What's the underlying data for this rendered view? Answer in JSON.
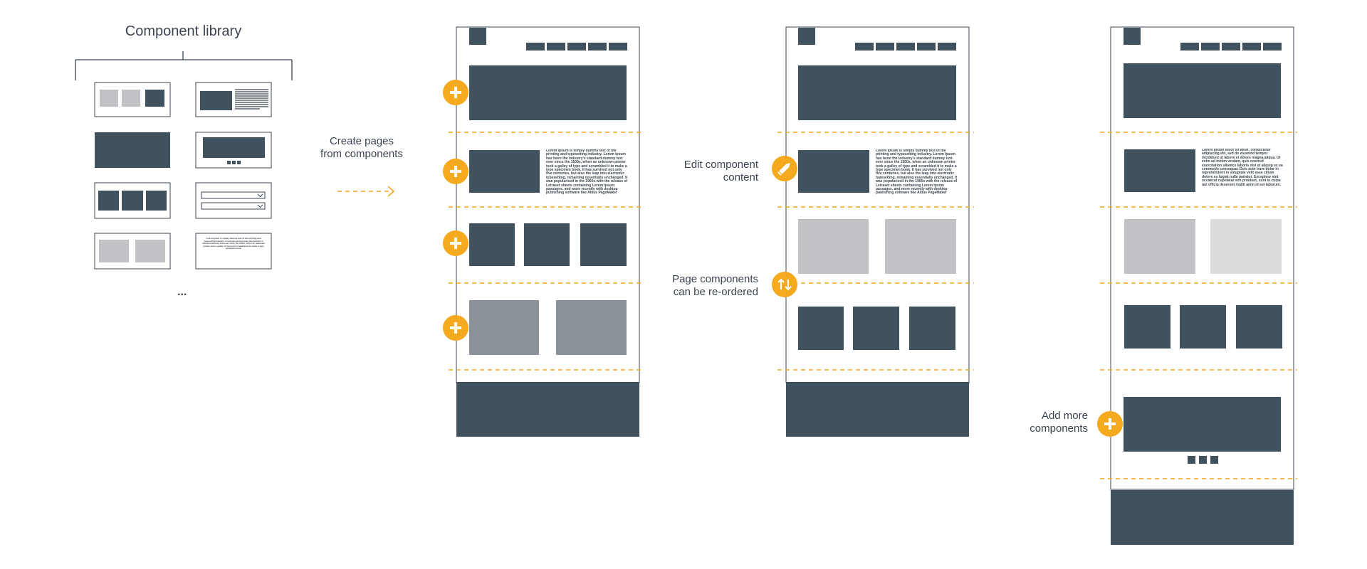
{
  "library": {
    "title": "Component library",
    "ellipsis": "...",
    "sample_text": "Lorem Ipsum is simply dummy text of the printing and typesetting industry. Lorem Ipsum has been the industry's standard dummy text ever since the 1500s, when an unknown printer took a galley of type and scrambled it to make a type specimen book."
  },
  "steps": {
    "create_pages": "Create pages\nfrom components",
    "edit_component": "Edit component\ncontent",
    "reorder": "Page components\ncan be re-ordered",
    "add_more": "Add more\ncomponents"
  },
  "page_text": {
    "lorem_a": "Lorem Ipsum is simply dummy text of the printing and typesetting industry. Lorem Ipsum has been the industry's standard dummy text ever since the 1500s, when an unknown printer took a galley of type and scrambled it to make a type specimen book. It has survived not only five centuries, but also the leap into electronic typesetting, remaining essentially unchanged. It was popularised in the 1960s with the release of Letraset sheets containing Lorem Ipsum passages, and more recently with desktop publishing software like Aldus PageMaker including versions of Lorem Ipsum",
    "lorem_b": "Lorem ipsum dolor sit amet, consectetur adipiscing elit, sed do eiusmod tempor incididunt ut labore et dolore magna aliqua. Ut enim ad minim veniam, quis nostrud exercitation ullamco laboris nisi ut aliquip ex ea commodo consequat. Duis aute irure dolor in reprehenderit in voluptate velit esse cillum dolore eu fugiat nulla pariatur. Excepteur sint occaecat cupidatat non proident, sunt in culpa qui officia deserunt mollit anim id est laborum."
  },
  "colors": {
    "dark": "#41525f",
    "light_gray": "#c1c2c6",
    "mid_gray": "#8a9199",
    "lighter_gray": "#dcdcdc",
    "accent": "#f5a91e",
    "stroke": "#3b4450"
  },
  "icons": {
    "add": "plus-icon",
    "edit": "pencil-icon",
    "reorder": "up-down-arrows-icon",
    "arrow": "dashed-arrow-right-icon",
    "dropdown": "chevron-down-icon"
  }
}
